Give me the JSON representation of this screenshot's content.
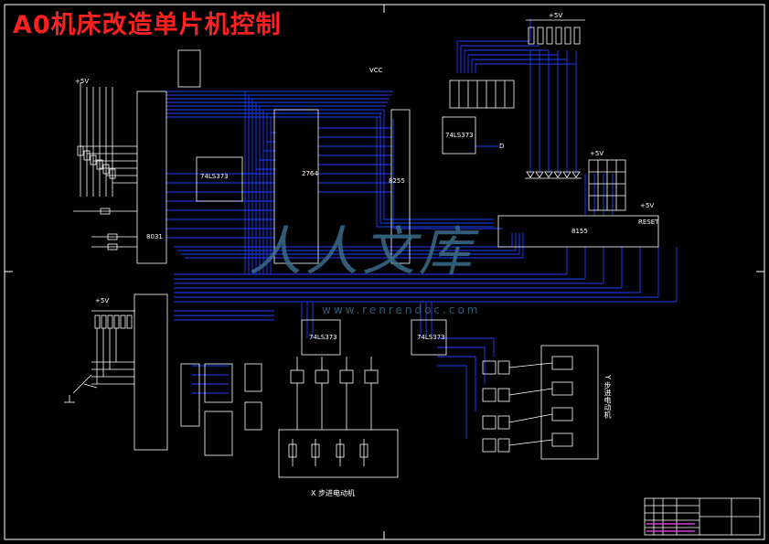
{
  "title": "A0机床改造单片机控制",
  "watermark": {
    "text": "人人文库",
    "url": "www.renrendoc.com"
  },
  "chips": {
    "u_mcu": "8031",
    "u_latch": "74LS373",
    "u_eprom": "2764",
    "u_8155": "8155",
    "u_8255": "8255",
    "u_x_latch": "74LS373",
    "u_y_latch": "74LS373",
    "u_top_latch": "74LS373"
  },
  "labels": {
    "vcc_top": "+5V",
    "vcc_left": "+5V",
    "vcc_left2": "+5V",
    "vcc_right": "+5V",
    "vcc_8155": "+5V",
    "vcc_v": "VCC",
    "x_motor": "X 步进电动机",
    "y_motor": "Y 步进电动机",
    "reset": "RESET",
    "gnd": "D"
  },
  "colors": {
    "background": "#000000",
    "wire": "#1f3fff",
    "component": "#ffffff",
    "title": "#ff2020",
    "border": "#ffffff",
    "watermark": "#3a6d8c",
    "titleblock_accent": "#ff40ff"
  }
}
